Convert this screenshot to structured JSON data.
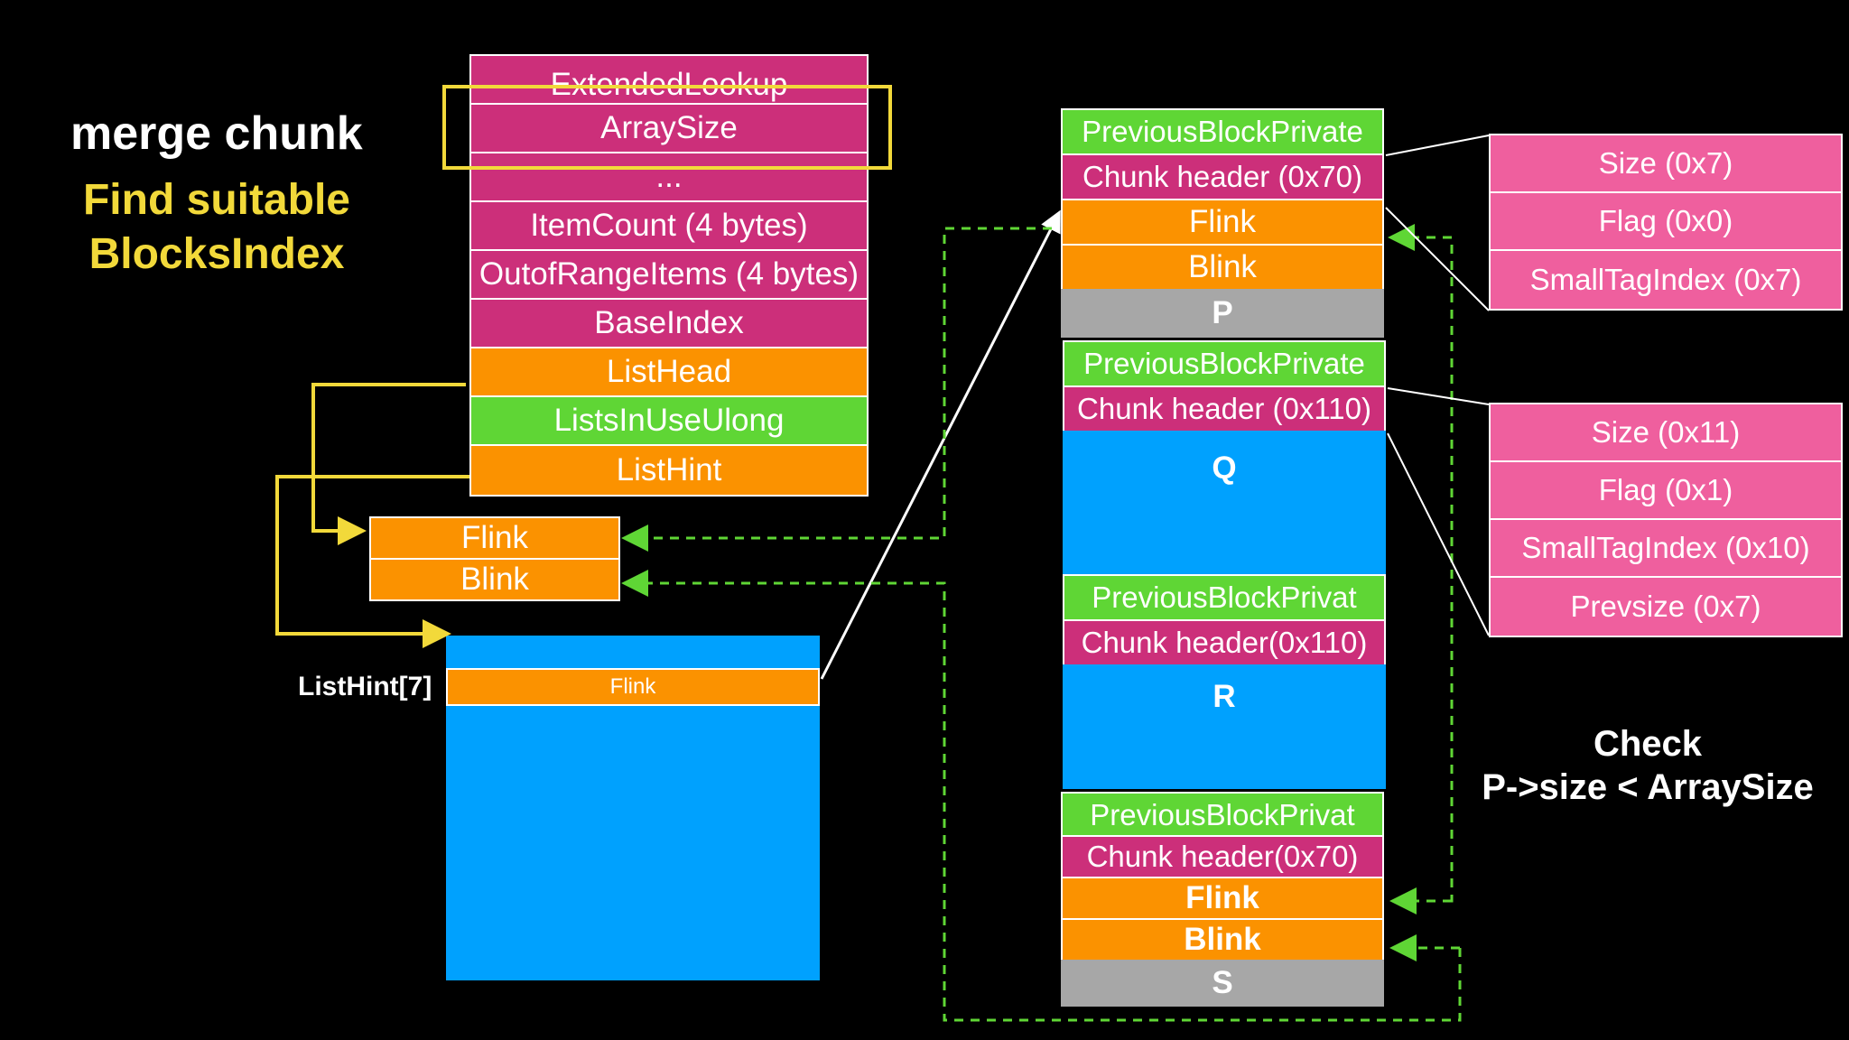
{
  "titles": {
    "main": "merge chunk",
    "sub_line1": "Find suitable",
    "sub_line2": "BlocksIndex"
  },
  "lookup_struct": {
    "rows": [
      "ExtendedLookup",
      "ArraySize",
      "...",
      "ItemCount (4 bytes)",
      "OutofRangeItems (4 bytes)",
      "BaseIndex",
      "ListHead",
      "ListsInUseUlong",
      "ListHint"
    ]
  },
  "list_head_entry": {
    "flink": "Flink",
    "blink": "Blink"
  },
  "list_hint": {
    "label": "ListHint[7]",
    "flink": "Flink"
  },
  "chunk_p": {
    "prev": "PreviousBlockPrivate",
    "header": "Chunk header (0x70)",
    "flink": "Flink",
    "blink": "Blink",
    "name": "P"
  },
  "chunk_q": {
    "prev": "PreviousBlockPrivate",
    "header": "Chunk header (0x110)",
    "name": "Q"
  },
  "chunk_r": {
    "prev": "PreviousBlockPrivat",
    "header": "Chunk header(0x110)",
    "name": "R"
  },
  "chunk_s": {
    "prev": "PreviousBlockPrivat",
    "header": "Chunk header(0x70)",
    "flink": "Flink",
    "blink": "Blink",
    "name": "S"
  },
  "header_p_detail": [
    "Size (0x7)",
    "Flag (0x0)",
    "SmallTagIndex (0x7)"
  ],
  "header_q_detail": [
    "Size (0x11)",
    "Flag (0x1)",
    "SmallTagIndex (0x10)",
    "Prevsize (0x7)"
  ],
  "check": {
    "line1": "Check",
    "line2": "P->size < ArraySize"
  },
  "colors": {
    "magenta": "#cc2f7a",
    "orange": "#fb9200",
    "green": "#5fd635",
    "pink": "#ef5f9e",
    "gray": "#a7a7a7",
    "blue": "#00a1fe",
    "yellow": "#f2d93a",
    "arrow_green": "#5fd635"
  }
}
